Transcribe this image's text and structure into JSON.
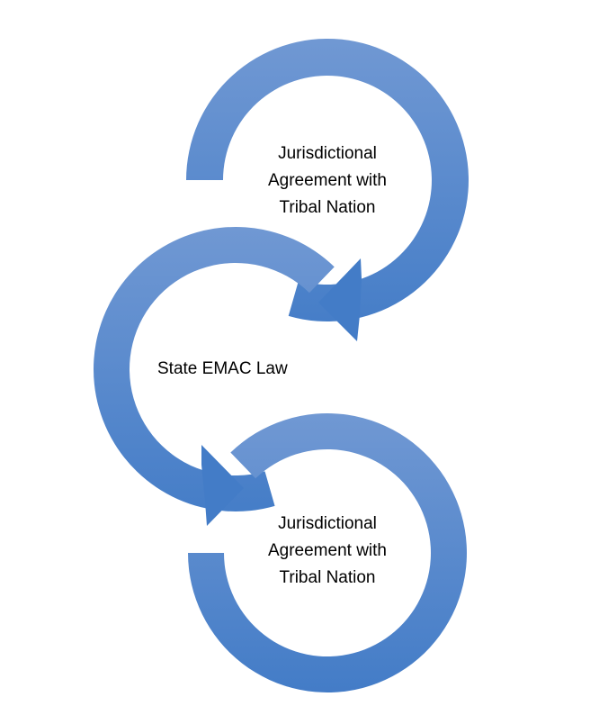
{
  "diagram": {
    "type": "cycle",
    "colors": {
      "arc_light": "#7098d3",
      "arc_dark": "#437cc7",
      "text": "#000000",
      "background": "#ffffff"
    },
    "nodes": [
      {
        "id": "top",
        "lines": [
          "Jurisdictional",
          "Agreement with",
          "Tribal Nation"
        ]
      },
      {
        "id": "middle",
        "lines": [
          "State EMAC Law"
        ]
      },
      {
        "id": "bottom",
        "lines": [
          "Jurisdictional",
          "Agreement with",
          "Tribal Nation"
        ]
      }
    ],
    "flow": [
      "top -> middle",
      "middle -> bottom"
    ]
  }
}
